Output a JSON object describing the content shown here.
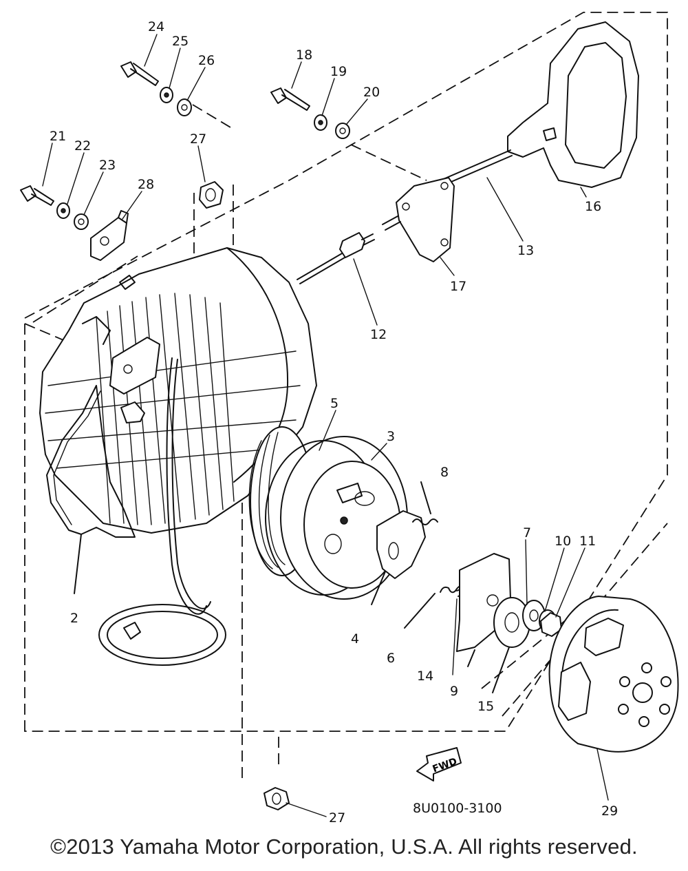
{
  "diagram": {
    "callouts": [
      "24",
      "25",
      "26",
      "18",
      "19",
      "20",
      "21",
      "22",
      "23",
      "27",
      "28",
      "16",
      "13",
      "17",
      "12",
      "5",
      "3",
      "8",
      "7",
      "10",
      "11",
      "2",
      "4",
      "6",
      "14",
      "9",
      "15",
      "29",
      "27"
    ],
    "direction_label": "FWD",
    "drawing_code": "8U0100-3100"
  },
  "footer": {
    "copyright": "©2013 Yamaha Motor Corporation, U.S.A. All rights reserved."
  }
}
